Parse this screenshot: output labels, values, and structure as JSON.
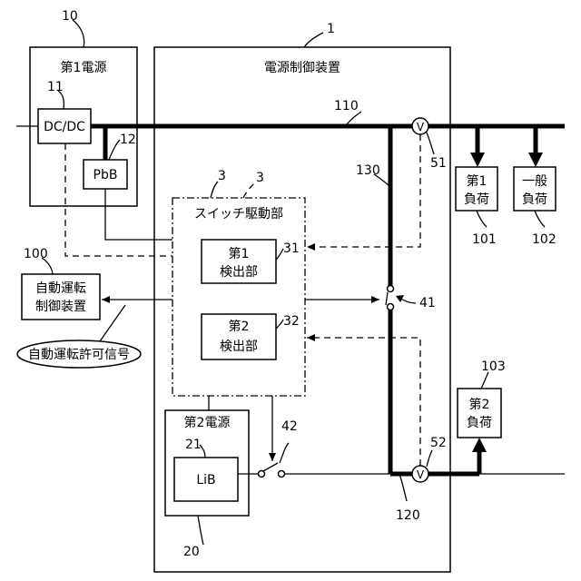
{
  "refs": {
    "device": "1",
    "switch_driver_a": "3",
    "switch_driver_b": "3",
    "power1": "10",
    "dcdc": "11",
    "pbb": "12",
    "power2": "20",
    "lib": "21",
    "det1": "31",
    "det2": "32",
    "switch41": "41",
    "switch42": "42",
    "v51": "51",
    "v52": "52",
    "auto_ctrl": "100",
    "load1": "101",
    "load_gen": "102",
    "load2": "103",
    "line110": "110",
    "line120": "120",
    "line130": "130"
  },
  "labels": {
    "device_title": "電源制御装置",
    "power1_title": "第1電源",
    "dcdc": "DC/DC",
    "pbb": "PbB",
    "switch_driver": "スイッチ駆動部",
    "det1_line1": "第1",
    "det1_line2": "検出部",
    "det2_line1": "第2",
    "det2_line2": "検出部",
    "power2_title": "第2電源",
    "lib": "LiB",
    "load1_line1": "第1",
    "load1_line2": "負荷",
    "load_gen_line1": "一般",
    "load_gen_line2": "負荷",
    "load2_line1": "第2",
    "load2_line2": "負荷",
    "auto_line1": "自動運転",
    "auto_line2": "制御装置",
    "permit_signal": "自動運転許可信号",
    "voltmeter": "V"
  }
}
